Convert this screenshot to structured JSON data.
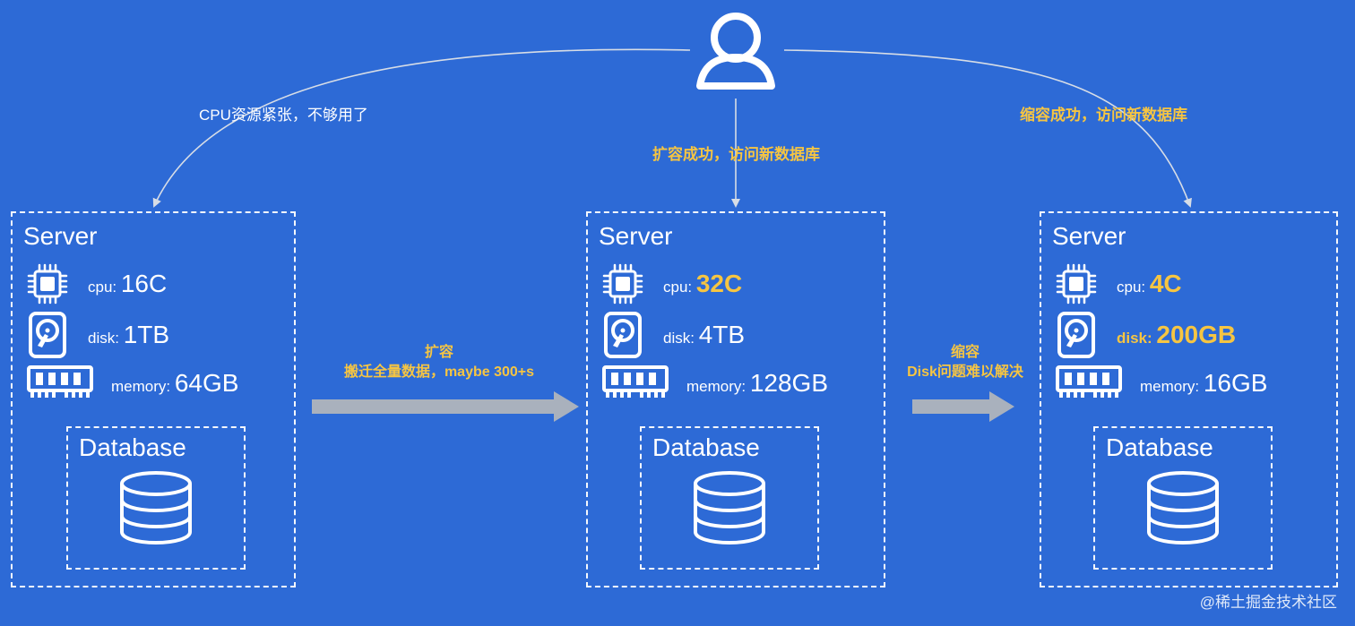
{
  "servers": [
    {
      "title": "Server",
      "cpu_label": "cpu: ",
      "cpu_value": "16C",
      "disk_label": "disk: ",
      "disk_value": "1TB",
      "memory_label": "memory: ",
      "memory_value": "64GB",
      "database_title": "Database"
    },
    {
      "title": "Server",
      "cpu_label": "cpu: ",
      "cpu_value": "32C",
      "disk_label": "disk: ",
      "disk_value": "4TB",
      "memory_label": "memory: ",
      "memory_value": "128GB",
      "database_title": "Database"
    },
    {
      "title": "Server",
      "cpu_label": "cpu: ",
      "cpu_value": "4C",
      "disk_label": "disk: ",
      "disk_value": "200GB",
      "memory_label": "memory: ",
      "memory_value": "16GB",
      "database_title": "Database"
    }
  ],
  "connector_labels": {
    "left": "CPU资源紧张，不够用了",
    "middle": "扩容成功，访问新数据库",
    "right": "缩容成功，访问新数据库"
  },
  "transitions": {
    "scale_out_title": "扩容",
    "scale_out_detail": "搬迁全量数据，maybe 300+s",
    "scale_in_title": "缩容",
    "scale_in_detail": "Disk问题难以解决"
  },
  "watermark": "@稀土掘金技术社区",
  "colors": {
    "background": "#2d6ad6",
    "foreground": "#ffffff",
    "highlight": "#f6c542",
    "arrow": "#a9b1bd"
  },
  "icons": {
    "user": "user-icon",
    "cpu": "cpu-chip-icon",
    "disk": "hard-disk-icon",
    "memory": "memory-module-icon",
    "database": "database-icon"
  }
}
